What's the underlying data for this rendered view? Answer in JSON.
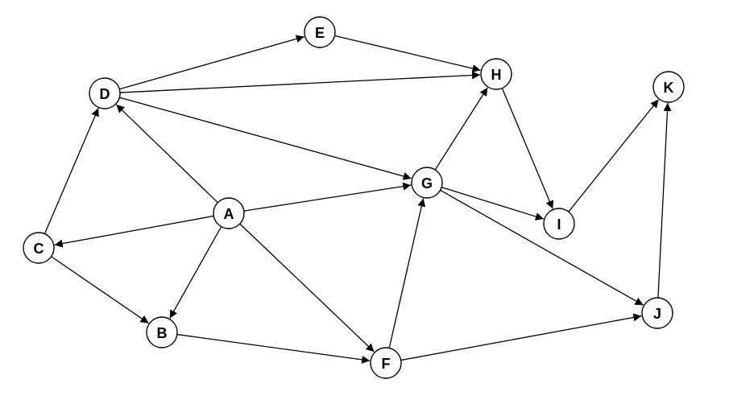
{
  "graph": {
    "directed": true,
    "colors": {
      "stroke": "#000000",
      "node_fill": "#ffffff",
      "label": "#000000"
    },
    "nodes": [
      {
        "id": "A",
        "label": "A"
      },
      {
        "id": "B",
        "label": "B"
      },
      {
        "id": "C",
        "label": "C"
      },
      {
        "id": "D",
        "label": "D"
      },
      {
        "id": "E",
        "label": "E"
      },
      {
        "id": "F",
        "label": "F"
      },
      {
        "id": "G",
        "label": "G"
      },
      {
        "id": "H",
        "label": "H"
      },
      {
        "id": "I",
        "label": "I"
      },
      {
        "id": "J",
        "label": "J"
      },
      {
        "id": "K",
        "label": "K"
      }
    ],
    "edges": [
      {
        "from": "A",
        "to": "D"
      },
      {
        "from": "A",
        "to": "C"
      },
      {
        "from": "A",
        "to": "B"
      },
      {
        "from": "A",
        "to": "F"
      },
      {
        "from": "A",
        "to": "G"
      },
      {
        "from": "C",
        "to": "D"
      },
      {
        "from": "C",
        "to": "B"
      },
      {
        "from": "D",
        "to": "E"
      },
      {
        "from": "D",
        "to": "H"
      },
      {
        "from": "D",
        "to": "G"
      },
      {
        "from": "E",
        "to": "H"
      },
      {
        "from": "B",
        "to": "F"
      },
      {
        "from": "F",
        "to": "G"
      },
      {
        "from": "F",
        "to": "J"
      },
      {
        "from": "G",
        "to": "H"
      },
      {
        "from": "G",
        "to": "I"
      },
      {
        "from": "G",
        "to": "J"
      },
      {
        "from": "H",
        "to": "I"
      },
      {
        "from": "I",
        "to": "K"
      },
      {
        "from": "J",
        "to": "K"
      }
    ]
  }
}
